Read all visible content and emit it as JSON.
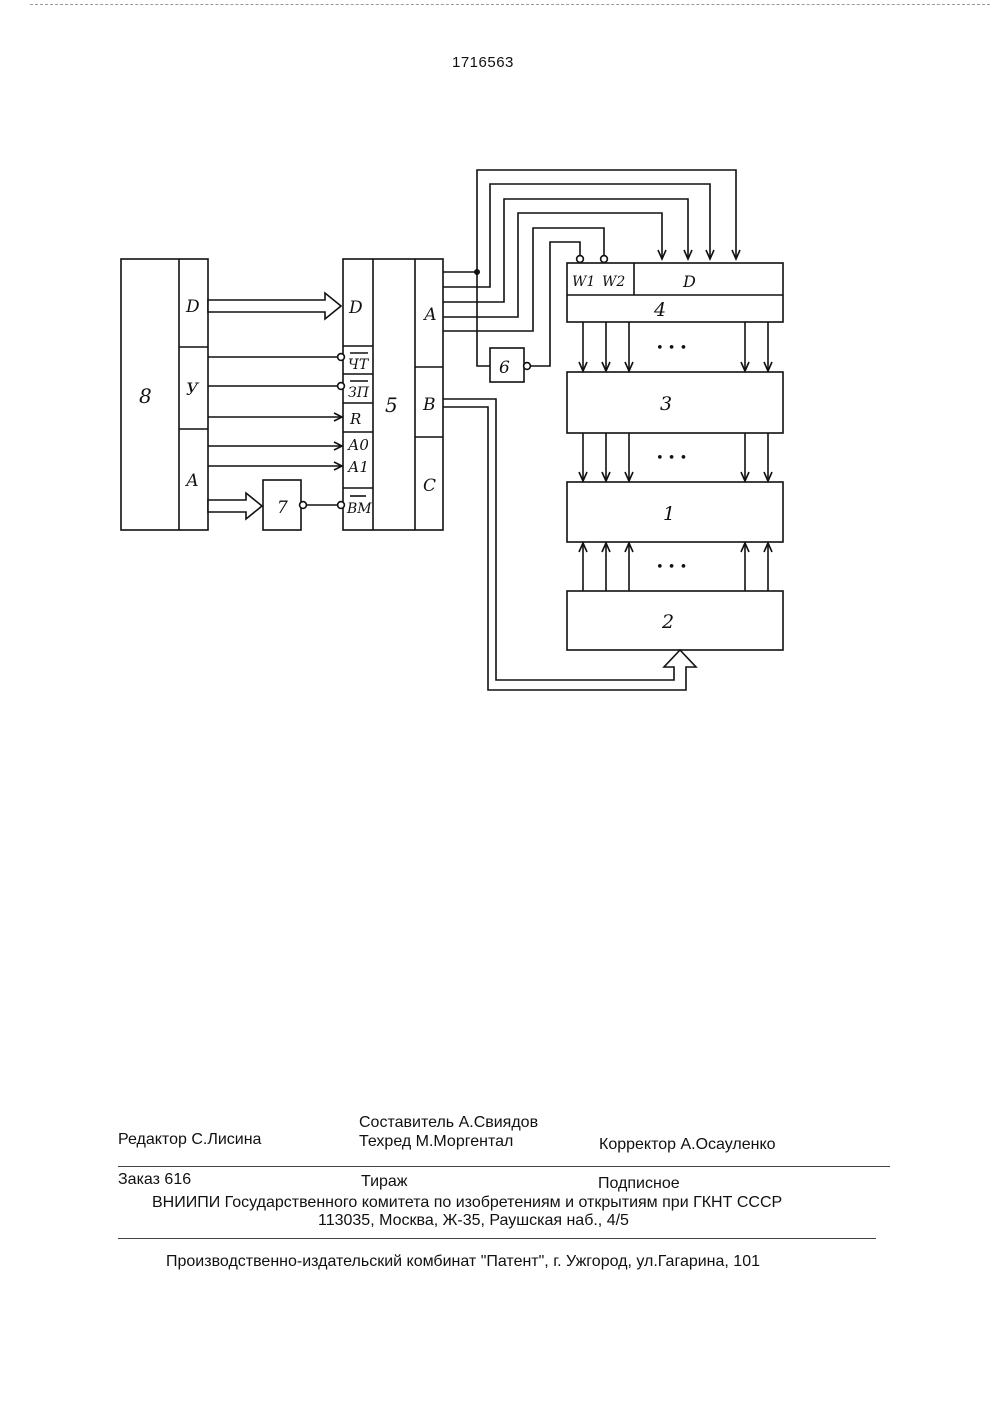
{
  "patent_number": "1716563",
  "blocks": {
    "b8": {
      "label": "8",
      "sections": [
        "D",
        "У",
        "А"
      ]
    },
    "b5": {
      "label": "5",
      "inputs": [
        "D",
        "ЧТ",
        "ЗП",
        "R",
        "А0",
        "А1",
        "ВМ"
      ],
      "ports": [
        "А",
        "В",
        "С"
      ]
    },
    "b7": {
      "label": "7"
    },
    "b6": {
      "label": "6"
    },
    "b4": {
      "label": "4",
      "fields": [
        "W1",
        "W2",
        "D"
      ]
    },
    "b3": {
      "label": "3"
    },
    "b1": {
      "label": "1"
    },
    "b2": {
      "label": "2"
    },
    "ellipsis": "• • •"
  },
  "imprint": {
    "compiler": "Составитель А.Свиядов",
    "editor": "Редактор С.Лисина",
    "techred": "Техред М.Моргентал",
    "corrector": "Корректор А.Осауленко",
    "order": "Заказ 616",
    "circulation": "Тираж",
    "subscription": "Подписное",
    "org": "ВНИИПИ Государственного комитета по изобретениям и открытиям при ГКНТ СССР",
    "address": "113035, Москва, Ж-35, Раушская наб., 4/5",
    "plant": "Производственно-издательский комбинат \"Патент\", г. Ужгород, ул.Гагарина, 101"
  }
}
